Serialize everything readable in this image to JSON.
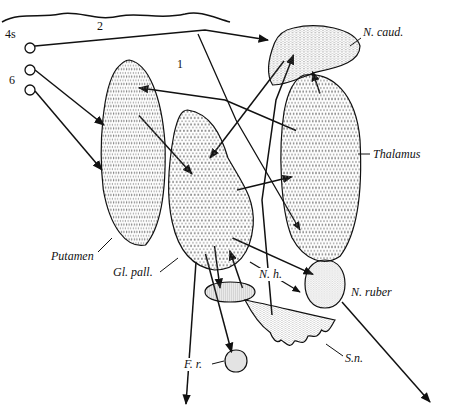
{
  "diagram": {
    "nodes": [
      {
        "text": [
          "N. caud."
        ]
      },
      {
        "text": [
          "Putamen"
        ]
      },
      {
        "text": [
          "Thalamus"
        ]
      },
      {
        "text": [
          "Gl. pall."
        ]
      },
      {
        "text": [
          "N. h."
        ]
      },
      {
        "text": [
          "N. ruber"
        ]
      },
      {
        "text": [
          "F. r."
        ]
      },
      {
        "text": [
          "S.n."
        ]
      }
    ],
    "edges": [
      {
        "from": 1,
        "to": 3,
        "arrow": "to"
      },
      {
        "from": 0,
        "to": 3,
        "arrow": "to"
      },
      {
        "from": 3,
        "to": 2,
        "arrow": "to"
      },
      {
        "from": 2,
        "to": 1,
        "arrow": "to"
      },
      {
        "from": 2,
        "to": 0,
        "arrow": "to"
      },
      {
        "from": 3,
        "to": 5,
        "arrow": "to"
      },
      {
        "from": 3,
        "to": 4,
        "arrow": "to"
      },
      {
        "from": 4,
        "to": 3,
        "arrow": "to"
      },
      {
        "from": 3,
        "to": 6,
        "arrow": "to"
      },
      {
        "from": 7,
        "to": 0,
        "arrow": "to"
      }
    ],
    "labels": [
      "4s",
      "6",
      "2",
      "1"
    ]
  }
}
